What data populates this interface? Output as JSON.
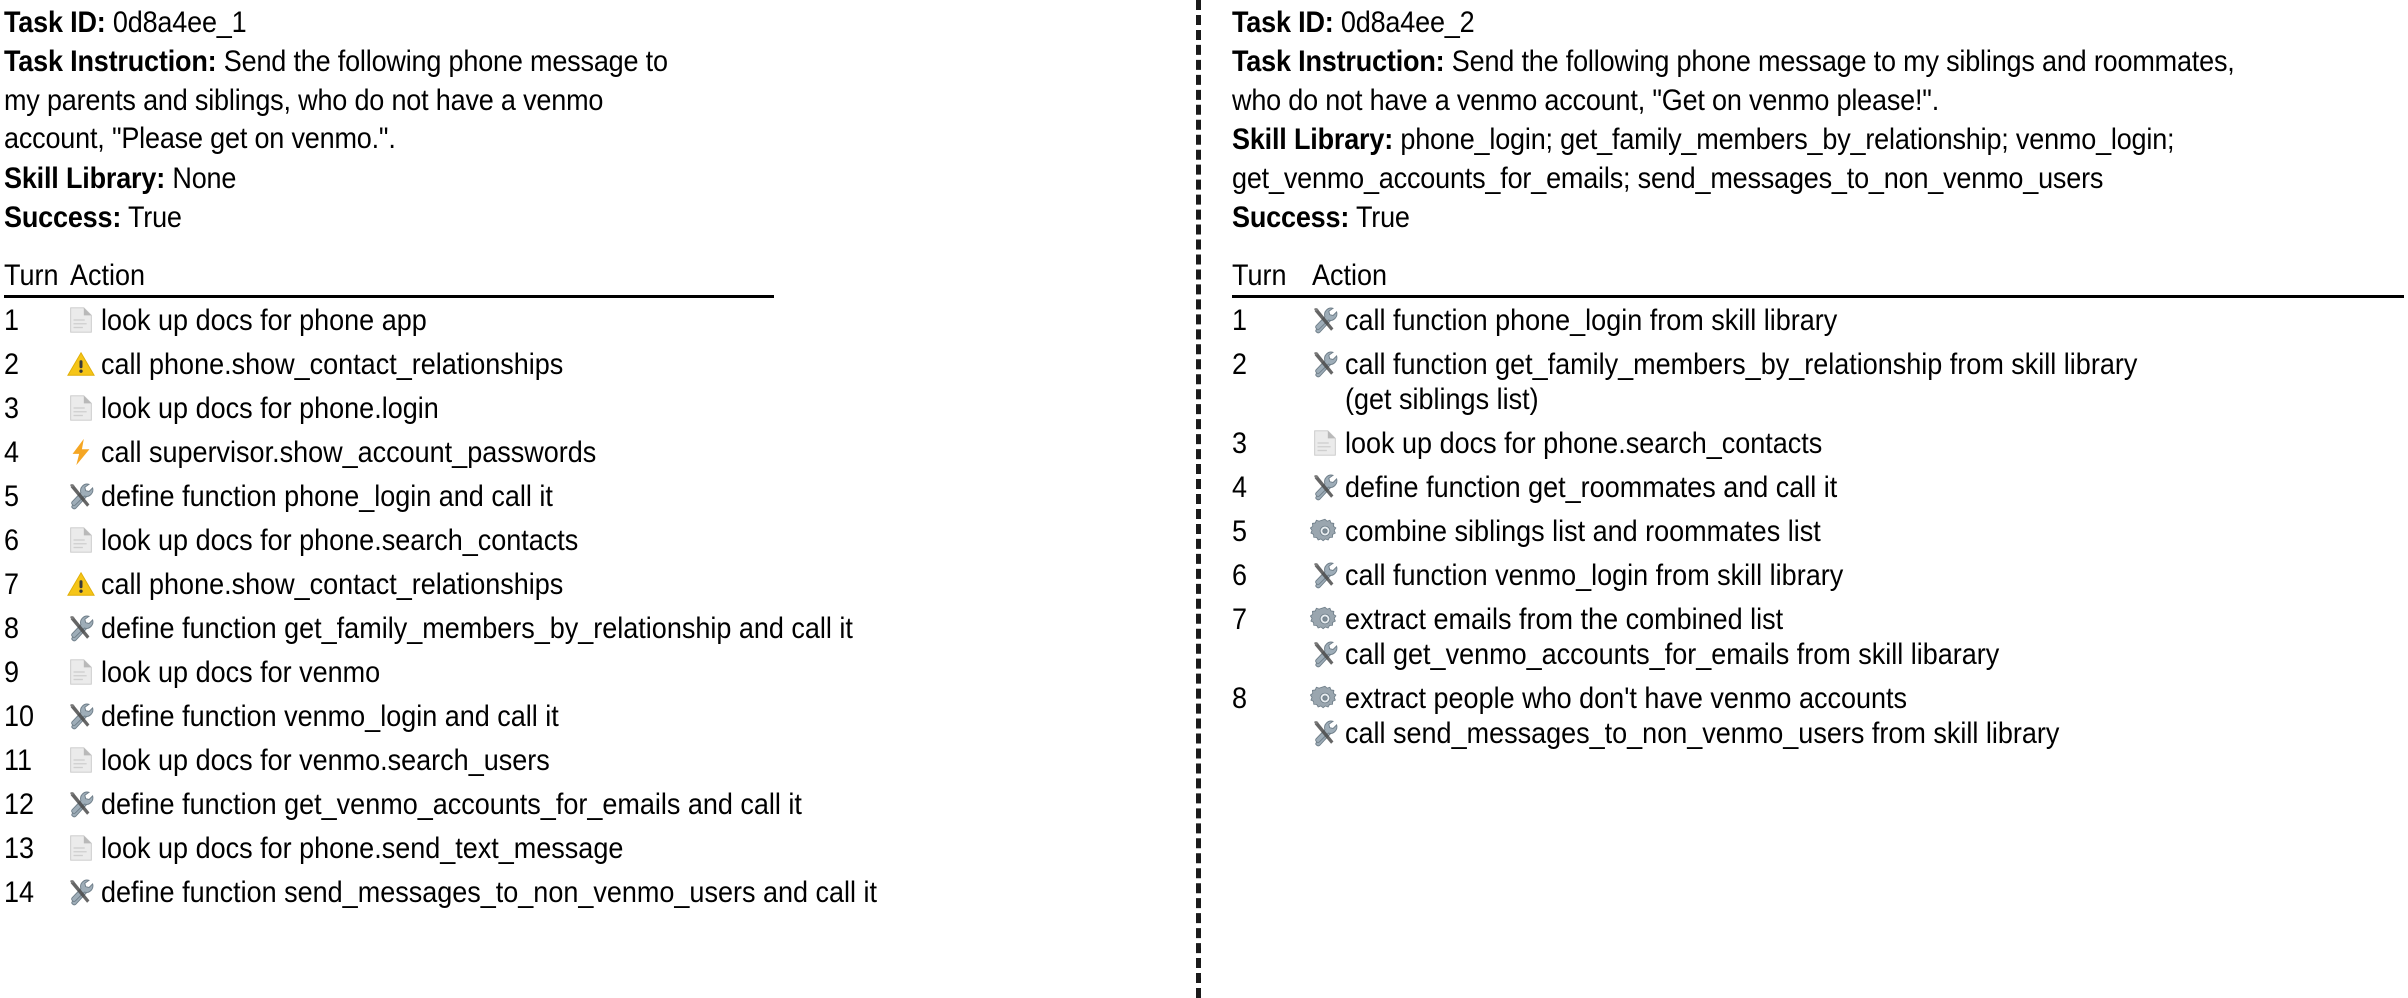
{
  "labels": {
    "task_id": "Task ID:",
    "task_instruction": "Task Instruction:",
    "skill_library": "Skill Library:",
    "success": "Success:",
    "col_turn": "Turn",
    "col_action": "Action"
  },
  "colors": {
    "warning_yellow": "#F5C518",
    "bolt_orange": "#F5A623",
    "doc_gray": "#DDDDDD",
    "tool_gray": "#8C9BA5",
    "text": "#000000",
    "divider": "#1a1a1a"
  },
  "panels": [
    {
      "id": "left",
      "task_id_value": "0d8a4ee_1",
      "task_instruction_value": "Send the following phone message to my parents and siblings, who do not have a venmo account, \"Please get on venmo.\".",
      "skill_library_value": "None",
      "success_value": "True",
      "rows": [
        {
          "turn": "1",
          "lines": [
            {
              "icon": "document-icon",
              "text": "look up docs for phone app"
            }
          ]
        },
        {
          "turn": "2",
          "lines": [
            {
              "icon": "warning-icon",
              "text": "call phone.show_contact_relationships"
            }
          ]
        },
        {
          "turn": "3",
          "lines": [
            {
              "icon": "document-icon",
              "text": "look up docs for phone.login"
            }
          ]
        },
        {
          "turn": "4",
          "lines": [
            {
              "icon": "bolt-icon",
              "text": "call supervisor.show_account_passwords"
            }
          ]
        },
        {
          "turn": "5",
          "lines": [
            {
              "icon": "tools-icon",
              "text": "define function phone_login and call it"
            }
          ]
        },
        {
          "turn": "6",
          "lines": [
            {
              "icon": "document-icon",
              "text": "look up docs for phone.search_contacts"
            }
          ]
        },
        {
          "turn": "7",
          "lines": [
            {
              "icon": "warning-icon",
              "text": "call phone.show_contact_relationships"
            }
          ]
        },
        {
          "turn": "8",
          "lines": [
            {
              "icon": "tools-icon",
              "text": "define function get_family_members_by_relationship and call it"
            }
          ]
        },
        {
          "turn": "9",
          "lines": [
            {
              "icon": "document-icon",
              "text": "look up docs for venmo"
            }
          ]
        },
        {
          "turn": "10",
          "lines": [
            {
              "icon": "tools-icon",
              "text": "define function venmo_login and call it"
            }
          ]
        },
        {
          "turn": "11",
          "lines": [
            {
              "icon": "document-icon",
              "text": "look up docs for venmo.search_users"
            }
          ]
        },
        {
          "turn": "12",
          "lines": [
            {
              "icon": "tools-icon",
              "text": "define function get_venmo_accounts_for_emails and call it"
            }
          ]
        },
        {
          "turn": "13",
          "lines": [
            {
              "icon": "document-icon",
              "text": "look up docs for phone.send_text_message"
            }
          ]
        },
        {
          "turn": "14",
          "lines": [
            {
              "icon": "tools-icon",
              "text": "define function send_messages_to_non_venmo_users and call it"
            }
          ]
        }
      ]
    },
    {
      "id": "right",
      "task_id_value": "0d8a4ee_2",
      "task_instruction_value": "Send the following phone message to my siblings and roommates, who do not have a venmo account, \"Get on venmo please!\".",
      "skill_library_value": "phone_login; get_family_members_by_relationship; venmo_login; get_venmo_accounts_for_emails; send_messages_to_non_venmo_users",
      "success_value": "True",
      "rows": [
        {
          "turn": "1",
          "lines": [
            {
              "icon": "tools-icon",
              "text": "call function phone_login from skill library"
            }
          ]
        },
        {
          "turn": "2",
          "lines": [
            {
              "icon": "tools-icon",
              "text": "call function get_family_members_by_relationship from skill library"
            },
            {
              "icon": "none",
              "text": "(get siblings list)"
            }
          ]
        },
        {
          "turn": "3",
          "lines": [
            {
              "icon": "document-icon",
              "text": "look up docs for phone.search_contacts"
            }
          ]
        },
        {
          "turn": "4",
          "lines": [
            {
              "icon": "tools-icon",
              "text": "define function get_roommates and call it"
            }
          ]
        },
        {
          "turn": "5",
          "lines": [
            {
              "icon": "gear-icon",
              "text": "combine siblings list and roommates list"
            }
          ]
        },
        {
          "turn": "6",
          "lines": [
            {
              "icon": "tools-icon",
              "text": "call function venmo_login from skill library"
            }
          ]
        },
        {
          "turn": "7",
          "lines": [
            {
              "icon": "gear-icon",
              "text": "extract emails from the combined list"
            },
            {
              "icon": "tools-icon",
              "text": "call get_venmo_accounts_for_emails from skill libarary"
            }
          ]
        },
        {
          "turn": "8",
          "lines": [
            {
              "icon": "gear-icon",
              "text": "extract people who don't have venmo accounts"
            },
            {
              "icon": "tools-icon",
              "text": "call send_messages_to_non_venmo_users from skill library"
            }
          ]
        }
      ]
    }
  ]
}
